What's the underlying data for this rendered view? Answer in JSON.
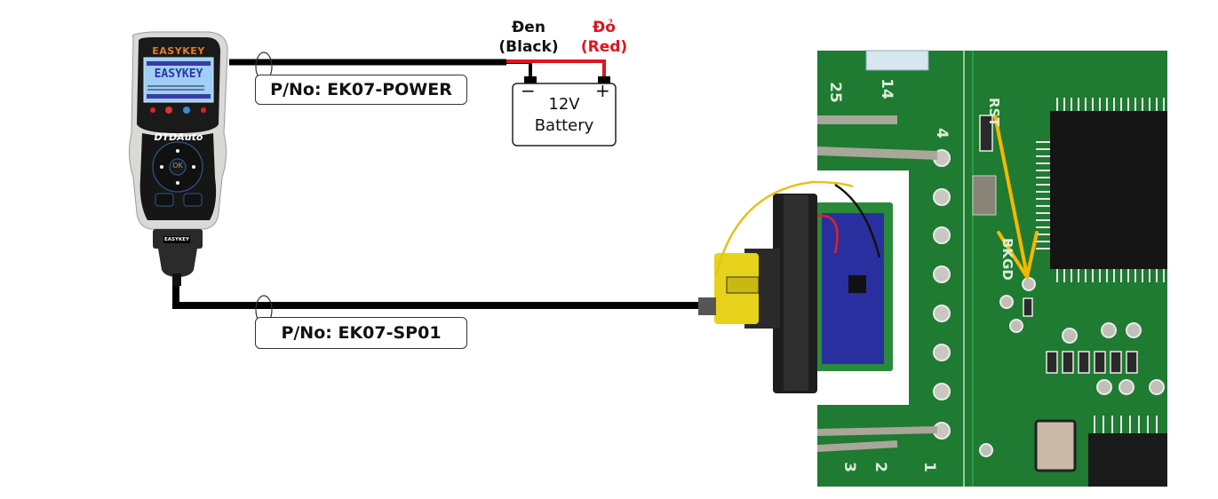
{
  "diagram": {
    "title": "EASYKEY EK07 wiring to ECU board",
    "device": {
      "brand_top": "EASYKEY",
      "screen_title": "EASYKEY",
      "maker_logo": "DTDAuto",
      "buttons": [
        "up",
        "left",
        "OK",
        "right",
        "down",
        "settings",
        "esc"
      ],
      "button_ok_label": "OK",
      "connector_label": "EASYKEY"
    },
    "power_cable": {
      "part_label": "P/No: EK07-POWER",
      "black_wire_label_vi": "Đen",
      "black_wire_label_en": "(Black)",
      "red_wire_label_vi": "Đỏ",
      "red_wire_label_en": "(Red)",
      "battery_line1": "12V",
      "battery_line2": "Battery",
      "neg_terminal": "−",
      "pos_terminal": "+"
    },
    "signal_cable": {
      "part_label": "P/No: EK07-SP01"
    },
    "pcb": {
      "pin_labels": [
        "25",
        "14",
        "4",
        "3",
        "2",
        "1"
      ],
      "silkscreen_labels": [
        "RST",
        "BKGD"
      ],
      "arrow_target": "BKGD"
    },
    "colors": {
      "wire_black": "#000000",
      "wire_red": "#e0141e",
      "red_text": "#e0141e",
      "pcb_green": "#1f7a32",
      "arrow_yellow": "#f5b800",
      "adapter_yellow": "#e6d21a",
      "adapter_blue": "#2a2fa0"
    }
  }
}
